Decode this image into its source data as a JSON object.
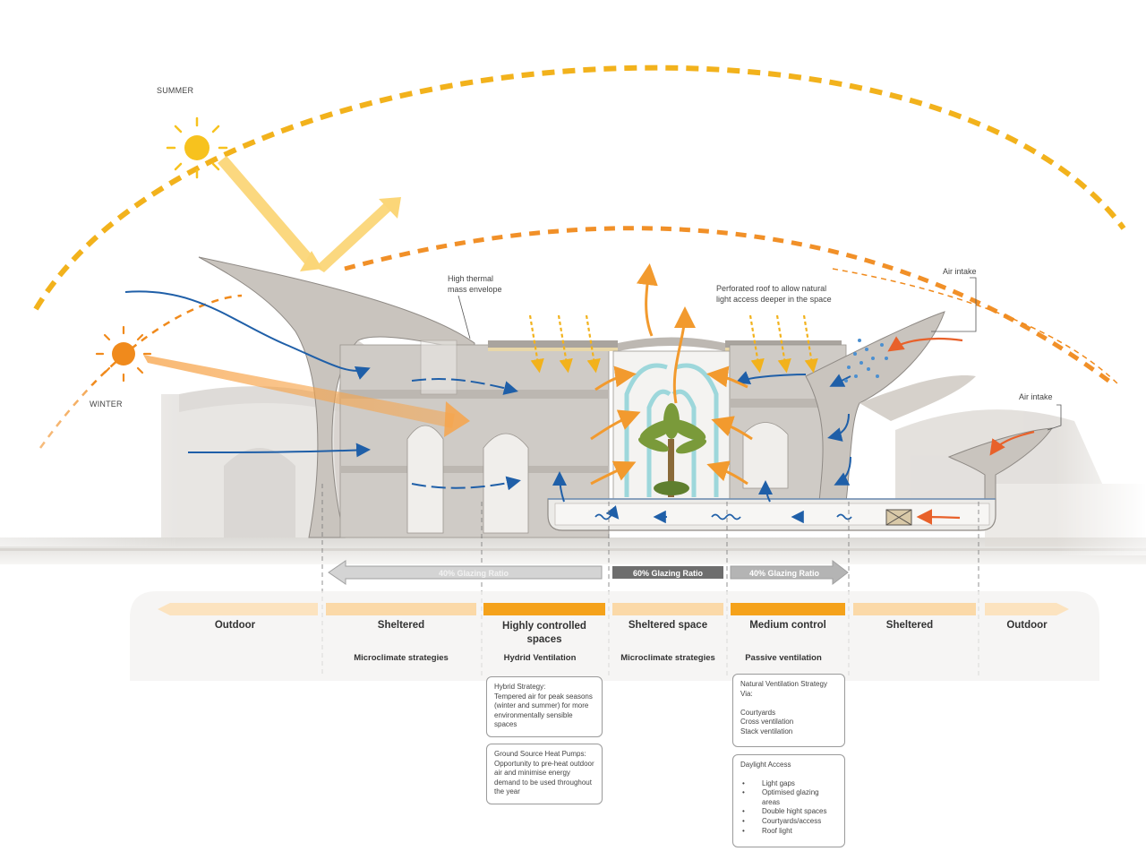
{
  "sun_labels": {
    "summer": "SUMMER",
    "winter": "WINTER"
  },
  "annotations": {
    "thermal_mass": "High thermal\nmass envelope",
    "perforated_roof": "Perforated roof to allow natural\nlight access deeper in the space",
    "air_intake_1": "Air intake",
    "air_intake_2": "Air intake"
  },
  "glazing": {
    "left": "40% Glazing Ratio",
    "center": "60% Glazing Ratio",
    "right": "40% Glazing Ratio"
  },
  "zones": [
    {
      "label": "Outdoor",
      "subtitle": ""
    },
    {
      "label": "Sheltered",
      "subtitle": "Microclimate strategies"
    },
    {
      "label": "Highly controlled\nspaces",
      "subtitle": "Hydrid Ventilation"
    },
    {
      "label": "Sheltered space",
      "subtitle": "Microclimate strategies"
    },
    {
      "label": "Medium control",
      "subtitle": "Passive ventilation"
    },
    {
      "label": "Sheltered",
      "subtitle": ""
    },
    {
      "label": "Outdoor",
      "subtitle": ""
    }
  ],
  "boxes": {
    "hybrid": "Hybrid Strategy:\nTempered air for peak seasons (winter and summer) for more environmentally sensible spaces",
    "ground_source": "Ground Source Heat Pumps: Opportunity to pre-heat outdoor air and minimise energy demand to be used throughout the year",
    "natural_vent": "Natural Ventilation Strategy Via:\n\nCourtyards\nCross ventilation\nStack ventilation",
    "daylight_title": "Daylight Access",
    "daylight_items": [
      "Light gaps",
      "Optimised glazing areas",
      "Double hight spaces",
      "Courtyards/access",
      "Roof light"
    ]
  },
  "colors": {
    "summer_arc": "#f2b21c",
    "winter_arc": "#f08a1c",
    "airflow_blue": "#1f5fa8",
    "warm_air": "#f29a2e",
    "structure": "#b9b4ae",
    "band_light": "#fbd9a8",
    "band_strong": "#f5a21b",
    "glazing_grey": "#a9a9a9",
    "glazing_dark": "#6e6e6e",
    "box_border": "#9a9a9a"
  },
  "icons": [
    "sun-summer-icon",
    "sun-winter-icon",
    "fan-unit-icon",
    "palm-tree-icon"
  ]
}
